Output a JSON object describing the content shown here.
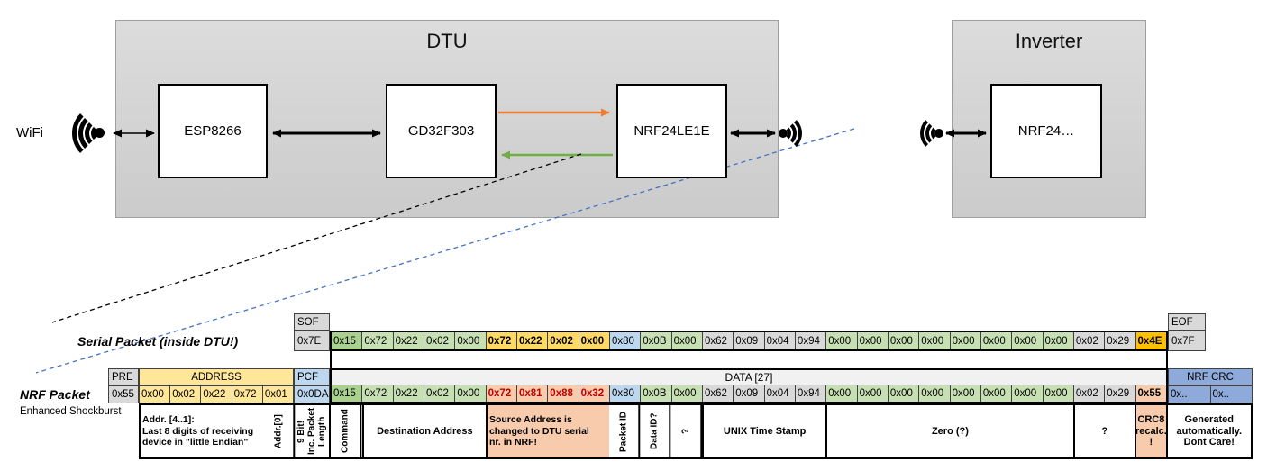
{
  "diagram": {
    "wifi_label": "WiFi",
    "dtu_title": "DTU",
    "esp_label": "ESP8266",
    "gd_label": "GD32F303",
    "nrf_label": "NRF24LE1E",
    "inverter_title": "Inverter",
    "inverter_nrf_label": "NRF24…"
  },
  "serial_packet": {
    "label": "Serial Packet (inside DTU!)",
    "sof_header": "SOF",
    "sof_value": "0x7E",
    "eof_header": "EOF",
    "eof_value": "0x7F",
    "bytes": [
      {
        "v": "0x15",
        "c": "gd"
      },
      {
        "v": "0x72",
        "c": "g"
      },
      {
        "v": "0x22",
        "c": "g"
      },
      {
        "v": "0x02",
        "c": "g"
      },
      {
        "v": "0x00",
        "c": "g"
      },
      {
        "v": "0x72",
        "c": "y"
      },
      {
        "v": "0x22",
        "c": "y"
      },
      {
        "v": "0x02",
        "c": "y"
      },
      {
        "v": "0x00",
        "c": "y"
      },
      {
        "v": "0x80",
        "c": "b"
      },
      {
        "v": "0x0B",
        "c": "g"
      },
      {
        "v": "0x00",
        "c": "g"
      },
      {
        "v": "0x62",
        "c": "gr"
      },
      {
        "v": "0x09",
        "c": "gr"
      },
      {
        "v": "0x04",
        "c": "gr"
      },
      {
        "v": "0x94",
        "c": "gr"
      },
      {
        "v": "0x00",
        "c": "g"
      },
      {
        "v": "0x00",
        "c": "g"
      },
      {
        "v": "0x00",
        "c": "g"
      },
      {
        "v": "0x00",
        "c": "g"
      },
      {
        "v": "0x00",
        "c": "g"
      },
      {
        "v": "0x00",
        "c": "g"
      },
      {
        "v": "0x00",
        "c": "g"
      },
      {
        "v": "0x00",
        "c": "g"
      },
      {
        "v": "0x02",
        "c": "gr"
      },
      {
        "v": "0x29",
        "c": "gr"
      },
      {
        "v": "0x4E",
        "c": "o"
      }
    ]
  },
  "nrf_packet": {
    "label": "NRF Packet",
    "sublabel": "Enhanced Shockburst",
    "pre_header": "PRE",
    "pre_value": "0x55",
    "address_header": "ADDRESS",
    "address_values": [
      "0x00",
      "0x02",
      "0x22",
      "0x72",
      "0x01"
    ],
    "pcf_header": "PCF",
    "pcf_value": "0x0DA",
    "data_header": "DATA [27]",
    "crc_header": "NRF CRC",
    "crc_values": [
      "0x..",
      "0x.."
    ],
    "bytes": [
      {
        "v": "0x15",
        "c": "gd"
      },
      {
        "v": "0x72",
        "c": "g"
      },
      {
        "v": "0x22",
        "c": "g"
      },
      {
        "v": "0x02",
        "c": "g"
      },
      {
        "v": "0x00",
        "c": "g"
      },
      {
        "v": "0x72",
        "c": "s"
      },
      {
        "v": "0x81",
        "c": "s"
      },
      {
        "v": "0x88",
        "c": "s"
      },
      {
        "v": "0x32",
        "c": "s"
      },
      {
        "v": "0x80",
        "c": "b"
      },
      {
        "v": "0x0B",
        "c": "g"
      },
      {
        "v": "0x00",
        "c": "g"
      },
      {
        "v": "0x62",
        "c": "gr"
      },
      {
        "v": "0x09",
        "c": "gr"
      },
      {
        "v": "0x04",
        "c": "gr"
      },
      {
        "v": "0x94",
        "c": "gr"
      },
      {
        "v": "0x00",
        "c": "g"
      },
      {
        "v": "0x00",
        "c": "g"
      },
      {
        "v": "0x00",
        "c": "g"
      },
      {
        "v": "0x00",
        "c": "g"
      },
      {
        "v": "0x00",
        "c": "g"
      },
      {
        "v": "0x00",
        "c": "g"
      },
      {
        "v": "0x00",
        "c": "g"
      },
      {
        "v": "0x00",
        "c": "g"
      },
      {
        "v": "0x02",
        "c": "gr"
      },
      {
        "v": "0x29",
        "c": "gr"
      },
      {
        "v": "0x55",
        "c": "sb"
      }
    ]
  },
  "annotations": [
    {
      "name": "addr-4-1-note",
      "text": "Addr. [4..1]:\nLast 8 digits of receiving\ndevice in \"little Endian\"",
      "span": 4,
      "align": "left"
    },
    {
      "name": "addr-0-note",
      "text": "Addr.[0]",
      "span": 1,
      "vertical": true
    },
    {
      "name": "pcf-length-note",
      "text": "9 Bit!\nInc. Packet\nLength",
      "span": "pcf",
      "vertical": true
    },
    {
      "name": "command-note",
      "text": "Command",
      "span": 1,
      "vertical": true
    },
    {
      "name": "destination-address-note",
      "text": "Destination Address",
      "span": 4
    },
    {
      "name": "source-address-note",
      "text": "Source Address is\nchanged to DTU serial\nnr. in NRF!",
      "span": 4,
      "bg": "salmon",
      "align": "left"
    },
    {
      "name": "packet-id-note",
      "text": "Packet ID",
      "span": 1,
      "vertical": true
    },
    {
      "name": "data-id-note",
      "text": "Data ID?",
      "span": 1,
      "vertical": true
    },
    {
      "name": "unknown-byte-note",
      "text": "?",
      "span": 1,
      "vertical": true
    },
    {
      "name": "unix-timestamp-note",
      "text": "UNIX Time Stamp",
      "span": 4
    },
    {
      "name": "zero-note",
      "text": "Zero (?)",
      "span": 8
    },
    {
      "name": "unknown-bytes-note",
      "text": "?",
      "span": 2
    },
    {
      "name": "crc8-note",
      "text": "CRC8\nrecalc.\n!",
      "span": 1,
      "bg": "salmon"
    },
    {
      "name": "nrf-crc-note",
      "text": "Generated\nautomatically.\nDont Care!",
      "span": "crc"
    }
  ],
  "colors": {
    "orange_arrow": "#ED7D31",
    "green_arrow": "#70AD47",
    "blue_dashed_line": "#4472C4",
    "cell_green_dark": "#A9D08E",
    "cell_green_light": "#C6E0B4",
    "cell_gold": "#FFD966",
    "cell_orange": "#FFC000",
    "cell_blue_light": "#BDD7EE",
    "cell_gray": "#D9D9D9",
    "cell_salmon": "#F8CBAD",
    "cell_yellow": "#FFE699",
    "cell_crc_blue": "#8EAADB",
    "red_text": "#C00000"
  }
}
